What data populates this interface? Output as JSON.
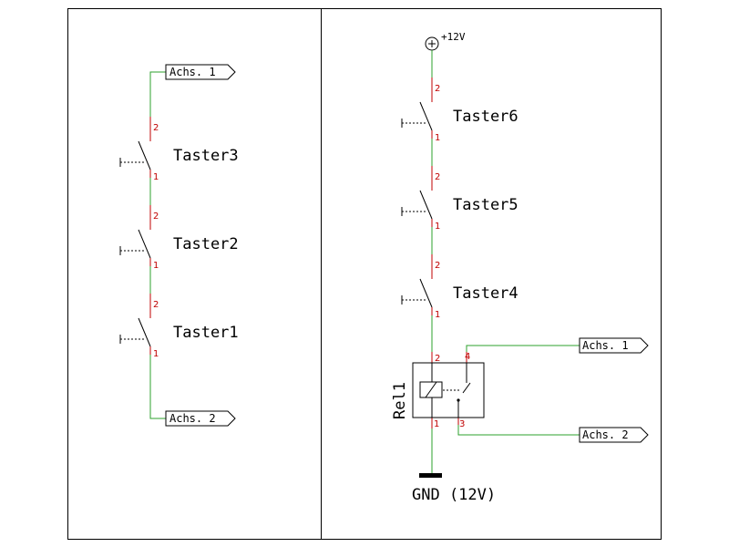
{
  "colors": {
    "wire": "#2ca02c",
    "pin_wire": "#c00000",
    "pin_text": "#c00000",
    "symbol": "#000000",
    "background": "#ffffff"
  },
  "supply": {
    "label": "+12V",
    "symbol": "plus-circle-icon"
  },
  "ground": {
    "label": "GND (12V)"
  },
  "left_switches": [
    {
      "name": "Taster3",
      "pin_top": "2",
      "pin_bottom": "1"
    },
    {
      "name": "Taster2",
      "pin_top": "2",
      "pin_bottom": "1"
    },
    {
      "name": "Taster1",
      "pin_top": "2",
      "pin_bottom": "1"
    }
  ],
  "right_switches": [
    {
      "name": "Taster6",
      "pin_top": "2",
      "pin_bottom": "1"
    },
    {
      "name": "Taster5",
      "pin_top": "2",
      "pin_bottom": "1"
    },
    {
      "name": "Taster4",
      "pin_top": "2",
      "pin_bottom": "1"
    }
  ],
  "relay": {
    "name": "Rel1",
    "pin_coil_top": "2",
    "pin_coil_bottom": "1",
    "pin_contact_top": "4",
    "pin_contact_bottom": "3"
  },
  "flags": {
    "left_top": "Achs. 1",
    "left_bottom": "Achs. 2",
    "right_top": "Achs. 1",
    "right_bottom": "Achs. 2"
  }
}
